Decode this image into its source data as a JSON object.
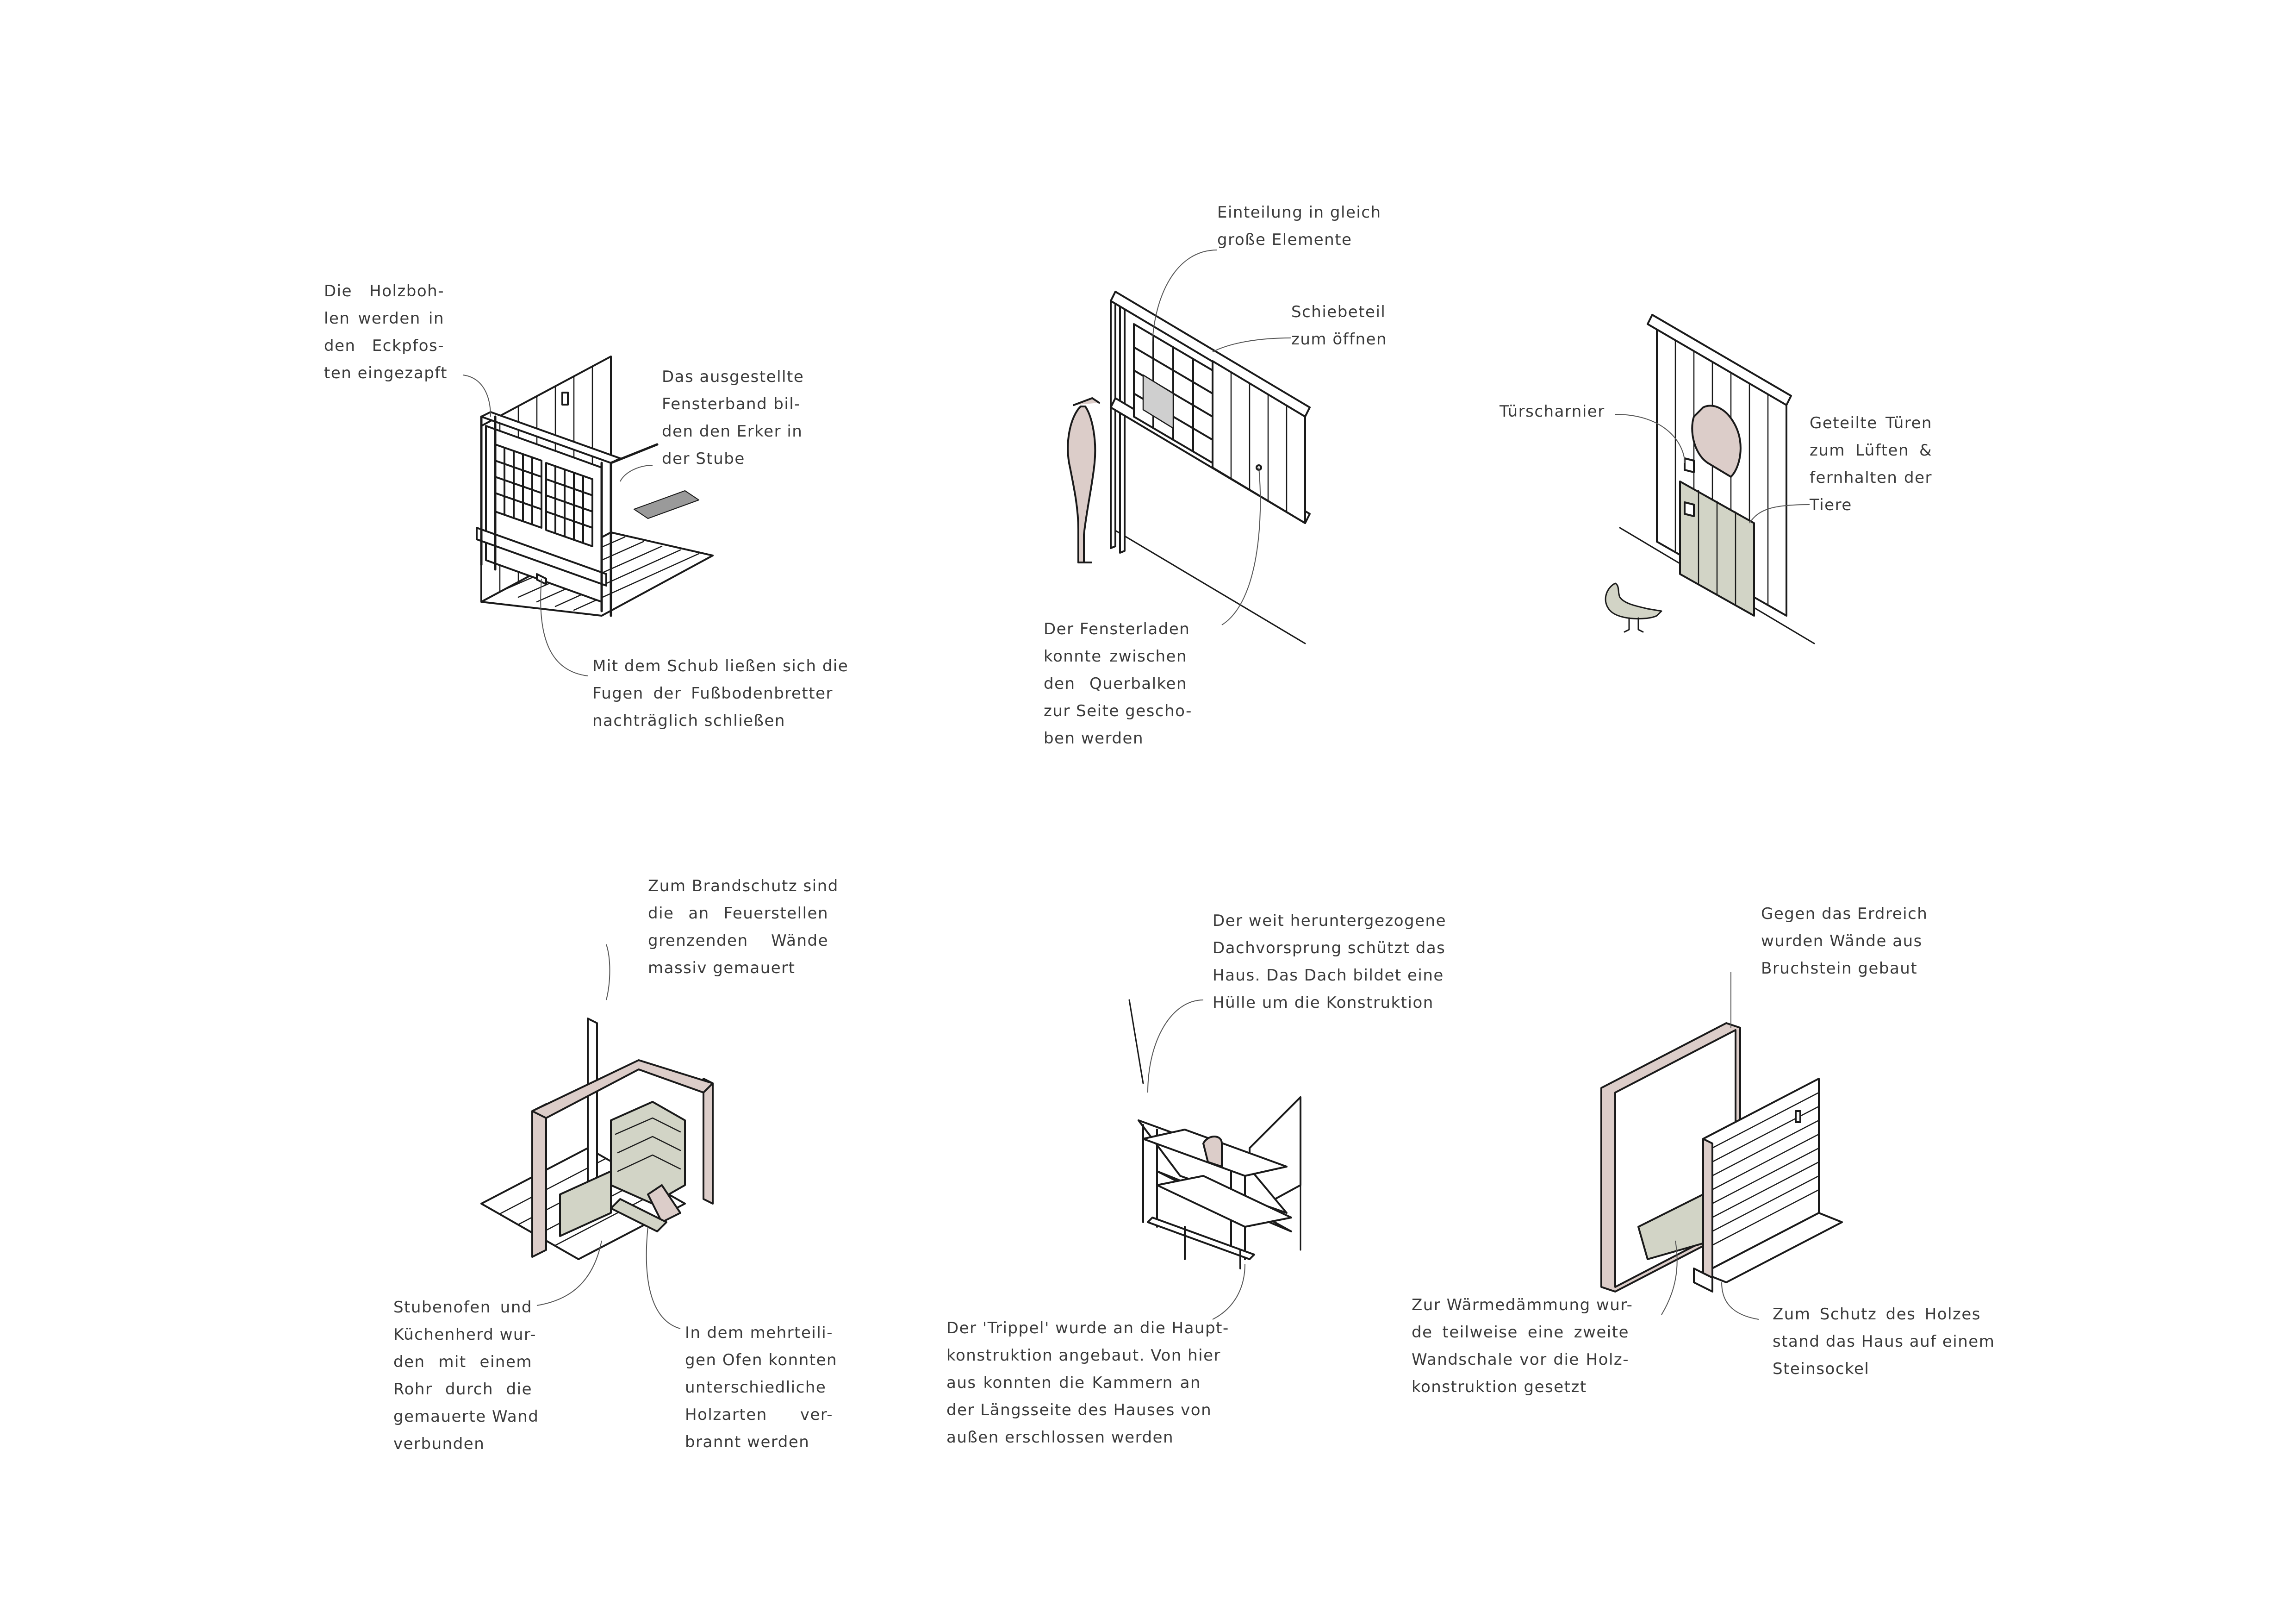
{
  "colors": {
    "ink": "#1a1a1a",
    "rose": "#dccdc9",
    "sage": "#d2d4c6",
    "text": "#3a3a3a"
  },
  "annotations": [
    {
      "id": "holzbohlen",
      "lines": [
        "Die Holzboh-",
        "len werden in",
        "den Eckpfos-",
        "ten eingezapft"
      ]
    },
    {
      "id": "fensterband",
      "lines": [
        "Das ausgestellte",
        "Fensterband bil-",
        "den den Erker in",
        "der Stube"
      ]
    },
    {
      "id": "schub",
      "lines": [
        "Mit dem Schub ließen sich die",
        "Fugen der Fußbodenbretter",
        "nachträglich schließen"
      ]
    },
    {
      "id": "einteilung",
      "lines": [
        "Einteilung in gleich",
        "große Elemente"
      ]
    },
    {
      "id": "schiebeteil",
      "lines": [
        "Schiebeteil",
        "zum öffnen"
      ]
    },
    {
      "id": "fensterladen",
      "lines": [
        "Der Fensterladen",
        "konnte zwischen",
        "den Querbalken",
        "zur Seite gescho-",
        "ben werden"
      ]
    },
    {
      "id": "tuerscharnier",
      "lines": [
        "Türscharnier"
      ]
    },
    {
      "id": "tueren",
      "lines": [
        "Geteilte Türen",
        "zum Lüften &",
        "fernhalten der",
        "Tiere"
      ]
    },
    {
      "id": "brandschutz",
      "lines": [
        "Zum Brandschutz sind",
        "die an Feuerstellen",
        "grenzenden Wände",
        "massiv gemauert"
      ]
    },
    {
      "id": "stubenofen",
      "lines": [
        "Stubenofen und",
        "Küchenherd wur-",
        "den mit einem",
        "Rohr durch die",
        "gemauerte Wand",
        "verbunden"
      ]
    },
    {
      "id": "ofen",
      "lines": [
        "In dem mehrteili-",
        "gen Ofen konnten",
        "unterschiedliche",
        "Holzarten ver-",
        "brannt werden"
      ]
    },
    {
      "id": "dachvorsprung",
      "lines": [
        "Der weit heruntergezogene",
        "Dachvorsprung schützt das",
        "Haus. Das Dach bildet eine",
        "Hülle um die Konstruktion"
      ]
    },
    {
      "id": "trippel",
      "lines": [
        "Der 'Trippel' wurde an die Haupt-",
        "konstruktion angebaut. Von hier",
        "aus konnten die Kammern an",
        "der Längsseite des Hauses von",
        "außen erschlossen werden"
      ]
    },
    {
      "id": "erdreich",
      "lines": [
        "Gegen das Erdreich",
        "wurden Wände aus",
        "Bruchstein gebaut"
      ]
    },
    {
      "id": "waermedaemmung",
      "lines": [
        "Zur Wärmedämmung wur-",
        "de teilweise eine zweite",
        "Wandschale vor die Holz-",
        "konstruktion gesetzt"
      ]
    },
    {
      "id": "sockel",
      "lines": [
        "Zum Schutz des Holzes",
        "stand das Haus auf einem",
        "Steinsockel"
      ]
    }
  ]
}
